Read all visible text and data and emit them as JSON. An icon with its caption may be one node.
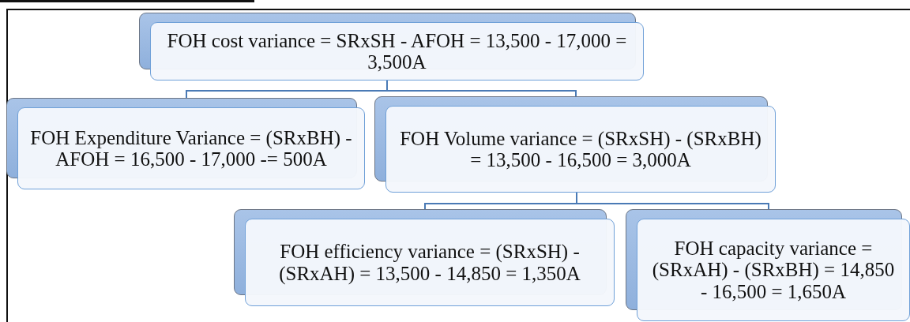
{
  "diagram": {
    "nodes": [
      {
        "text": [
          "FOH cost variance = SRxSH - AFOH = 13,500 - 17,000 = 3,500A"
        ]
      },
      {
        "text": [
          "FOH Expenditure Variance = (SRxBH) - AFOH = 16,500 - 17,000 -= 500A"
        ]
      },
      {
        "text": [
          "FOH Volume variance = (SRxSH) - (SRxBH) = 13,500 - 16,500 = 3,000A"
        ]
      },
      {
        "text": [
          "FOH efficiency variance = (SRxSH) - (SRxAH) = 13,500 - 14,850 = 1,350A"
        ]
      },
      {
        "text": [
          "FOH capacity variance = (SRxAH) - (SRxBH) = 14,850 - 16,500 = 1,650A"
        ]
      }
    ],
    "edges": [
      {
        "from": 0,
        "to": 1,
        "arrow": "none"
      },
      {
        "from": 0,
        "to": 2,
        "arrow": "none"
      },
      {
        "from": 2,
        "to": 3,
        "arrow": "none"
      },
      {
        "from": 2,
        "to": 4,
        "arrow": "none"
      }
    ]
  }
}
